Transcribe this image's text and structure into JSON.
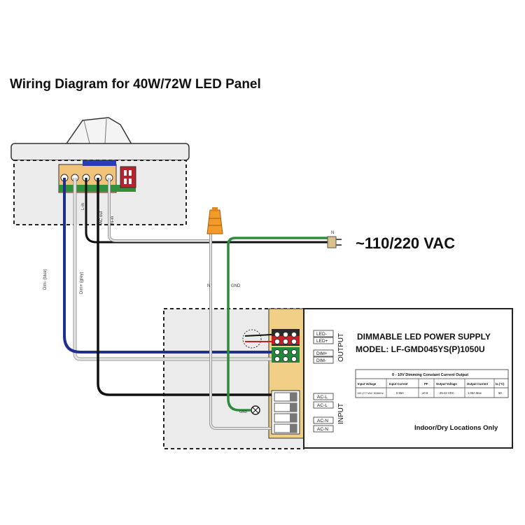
{
  "title": "Wiring Diagram for 40W/72W LED Panel",
  "supply_voltage": "~110/220 VAC",
  "sensor": {
    "terminal_labels": [
      "L-in",
      "AC out",
      "N-in"
    ]
  },
  "wires": {
    "dim_minus": "Dim-\n(blue)",
    "dim_plus": "Dim+\n(grey)",
    "neutral": "N",
    "ground": "GND",
    "ground_short": "GND",
    "line_tag": "N"
  },
  "driver": {
    "heading": "DIMMABLE LED POWER SUPPLY",
    "model": "MODEL: LF-GMD045YS(P)1050U",
    "output_label": "OUTPUT",
    "input_label": "INPUT",
    "output_terminals": [
      "LED-",
      "LED+",
      "DIM+",
      "DIM-"
    ],
    "input_terminals": [
      "AC-L",
      "AC-L",
      "AC-N",
      "AC-N"
    ],
    "spec_table": {
      "caption": "0 - 10V Dimming Constant Current Output",
      "headers": [
        "Input Voltage",
        "Input Current",
        "PF",
        "Output Voltage",
        "Output Current",
        "ta (°C)"
      ],
      "row": [
        "100-277 VAC 50/60Hz",
        "0.55A",
        "≥0.9",
        "25-43 VDC",
        "1.05A Max",
        "50"
      ]
    },
    "location_note": "Indoor/Dry Locations Only"
  },
  "colors": {
    "blue_wire": "#1f2f8f",
    "grey_wire": "#c4c4c4",
    "black_wire": "#111111",
    "green_wire": "#2d8a3e",
    "terminal_block": "#f1cf86",
    "wire_nut": "#f39b2a"
  }
}
